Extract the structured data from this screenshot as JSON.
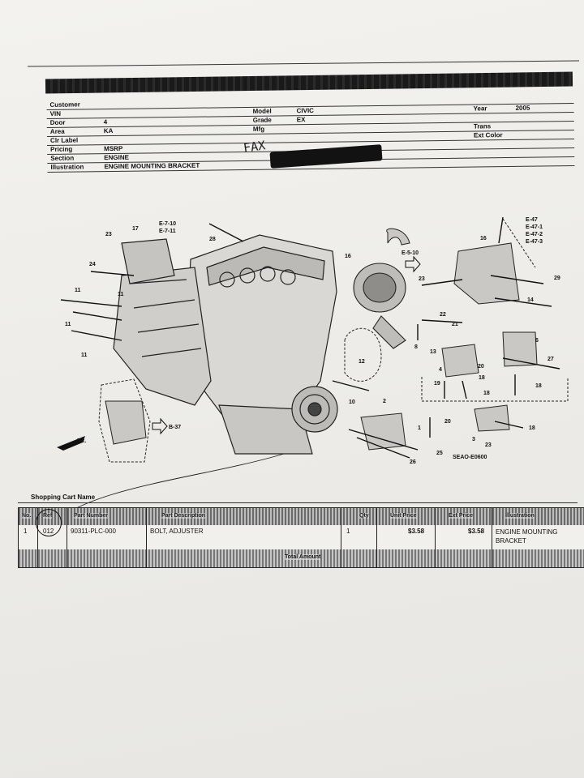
{
  "header": {
    "rows": [
      {
        "label": "Customer",
        "value": ""
      },
      {
        "label": "VIN",
        "value": ""
      },
      {
        "label": "Door",
        "value": "4"
      },
      {
        "label": "Area",
        "value": "KA"
      },
      {
        "label": "Clr Label",
        "value": ""
      },
      {
        "label": "Pricing",
        "value": "MSRP"
      },
      {
        "label": "Section",
        "value": "ENGINE"
      },
      {
        "label": "Illustration",
        "value": "ENGINE MOUNTING BRACKET"
      }
    ],
    "middle": [
      {
        "label": "Model",
        "value": "CIVIC"
      },
      {
        "label": "Grade",
        "value": "EX"
      },
      {
        "label": "Mfg",
        "value": ""
      }
    ],
    "right": [
      {
        "label": "Year",
        "value": "2005"
      },
      {
        "label": "Trans",
        "value": ""
      },
      {
        "label": "Ext Color",
        "value": ""
      }
    ],
    "handwritten": "FAX"
  },
  "diagram": {
    "callouts": [
      "E-7-10",
      "E-7-11",
      "28",
      "23",
      "17",
      "24",
      "11",
      "11",
      "11",
      "11",
      "E-5-10",
      "16",
      "16",
      "E-47",
      "E-47-1",
      "E-47-2",
      "E-47-3",
      "23",
      "22",
      "21",
      "29",
      "14",
      "8",
      "13",
      "12",
      "6",
      "27",
      "4",
      "20",
      "19",
      "18",
      "18",
      "18",
      "10",
      "2",
      "20",
      "18",
      "3",
      "23",
      "1",
      "25",
      "26",
      "B-37",
      "FR."
    ],
    "drawing_code": "SEAO-E0600"
  },
  "cart": {
    "title": "Shopping Cart Name",
    "columns": [
      "No.",
      "Ref",
      "Part Number",
      "Part Description",
      "Qty",
      "Unit Price",
      "Ext Price",
      "Illustration"
    ],
    "items": [
      {
        "no": "1",
        "ref": "012",
        "part_number": "90311-PLC-000",
        "description": "BOLT, ADJUSTER",
        "qty": "1",
        "unit_price": "$3.58",
        "ext_price": "$3.58",
        "illustration": "ENGINE MOUNTING BRACKET"
      }
    ],
    "total_label": "Total Amount"
  }
}
